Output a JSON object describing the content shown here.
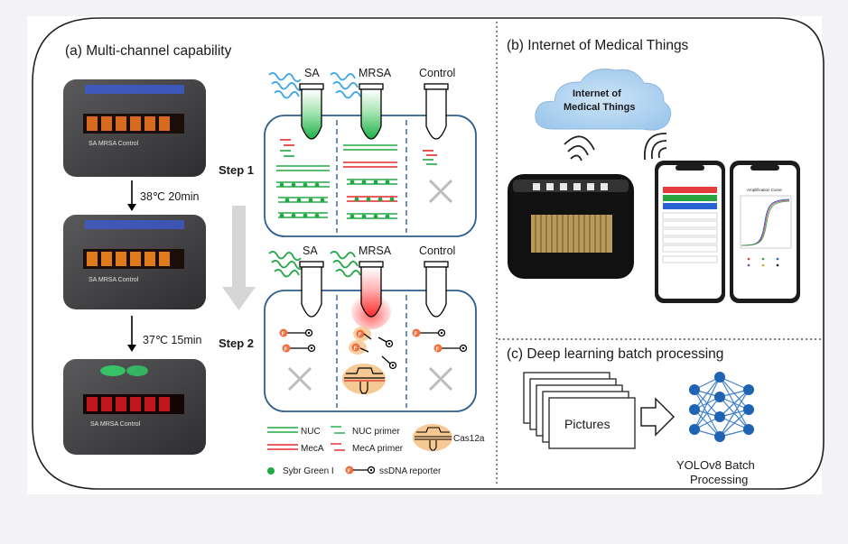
{
  "panel_a": {
    "title": "(a) Multi-channel capability",
    "device_label": "SA MRSA Control",
    "step1_condition": "38℃ 20min",
    "step2_condition": "37℃ 15min",
    "step1_label": "Step 1",
    "step2_label": "Step 2",
    "tubes_step1": [
      "SA",
      "MRSA",
      "Control"
    ],
    "tubes_step2": [
      "SA",
      "MRSA",
      "Control"
    ],
    "legend": {
      "nuc": "NUC",
      "nuc_primer": "NUC primer",
      "meca": "MecA",
      "meca_primer": "MecA primer",
      "cas": "Cas12a",
      "sybr": "Sybr Green I",
      "reporter": "ssDNA reporter",
      "reporter_letter": "F"
    },
    "colors": {
      "green": "#22a745",
      "red": "#e02a2a",
      "blue_wave": "#3aa6e8",
      "panel_border": "#2f5f8f",
      "cas_fill": "#f6c892"
    }
  },
  "panel_b": {
    "title": "(b) Internet of Medical Things",
    "cloud_line1": "Internet of",
    "cloud_line2": "Medical Things",
    "phone_chart_title": "Amplification Curve"
  },
  "panel_c": {
    "title": "(c) Deep learning batch processing",
    "pictures_label": "Pictures",
    "model_line1": "YOLOv8 Batch",
    "model_line2": "Processing"
  }
}
